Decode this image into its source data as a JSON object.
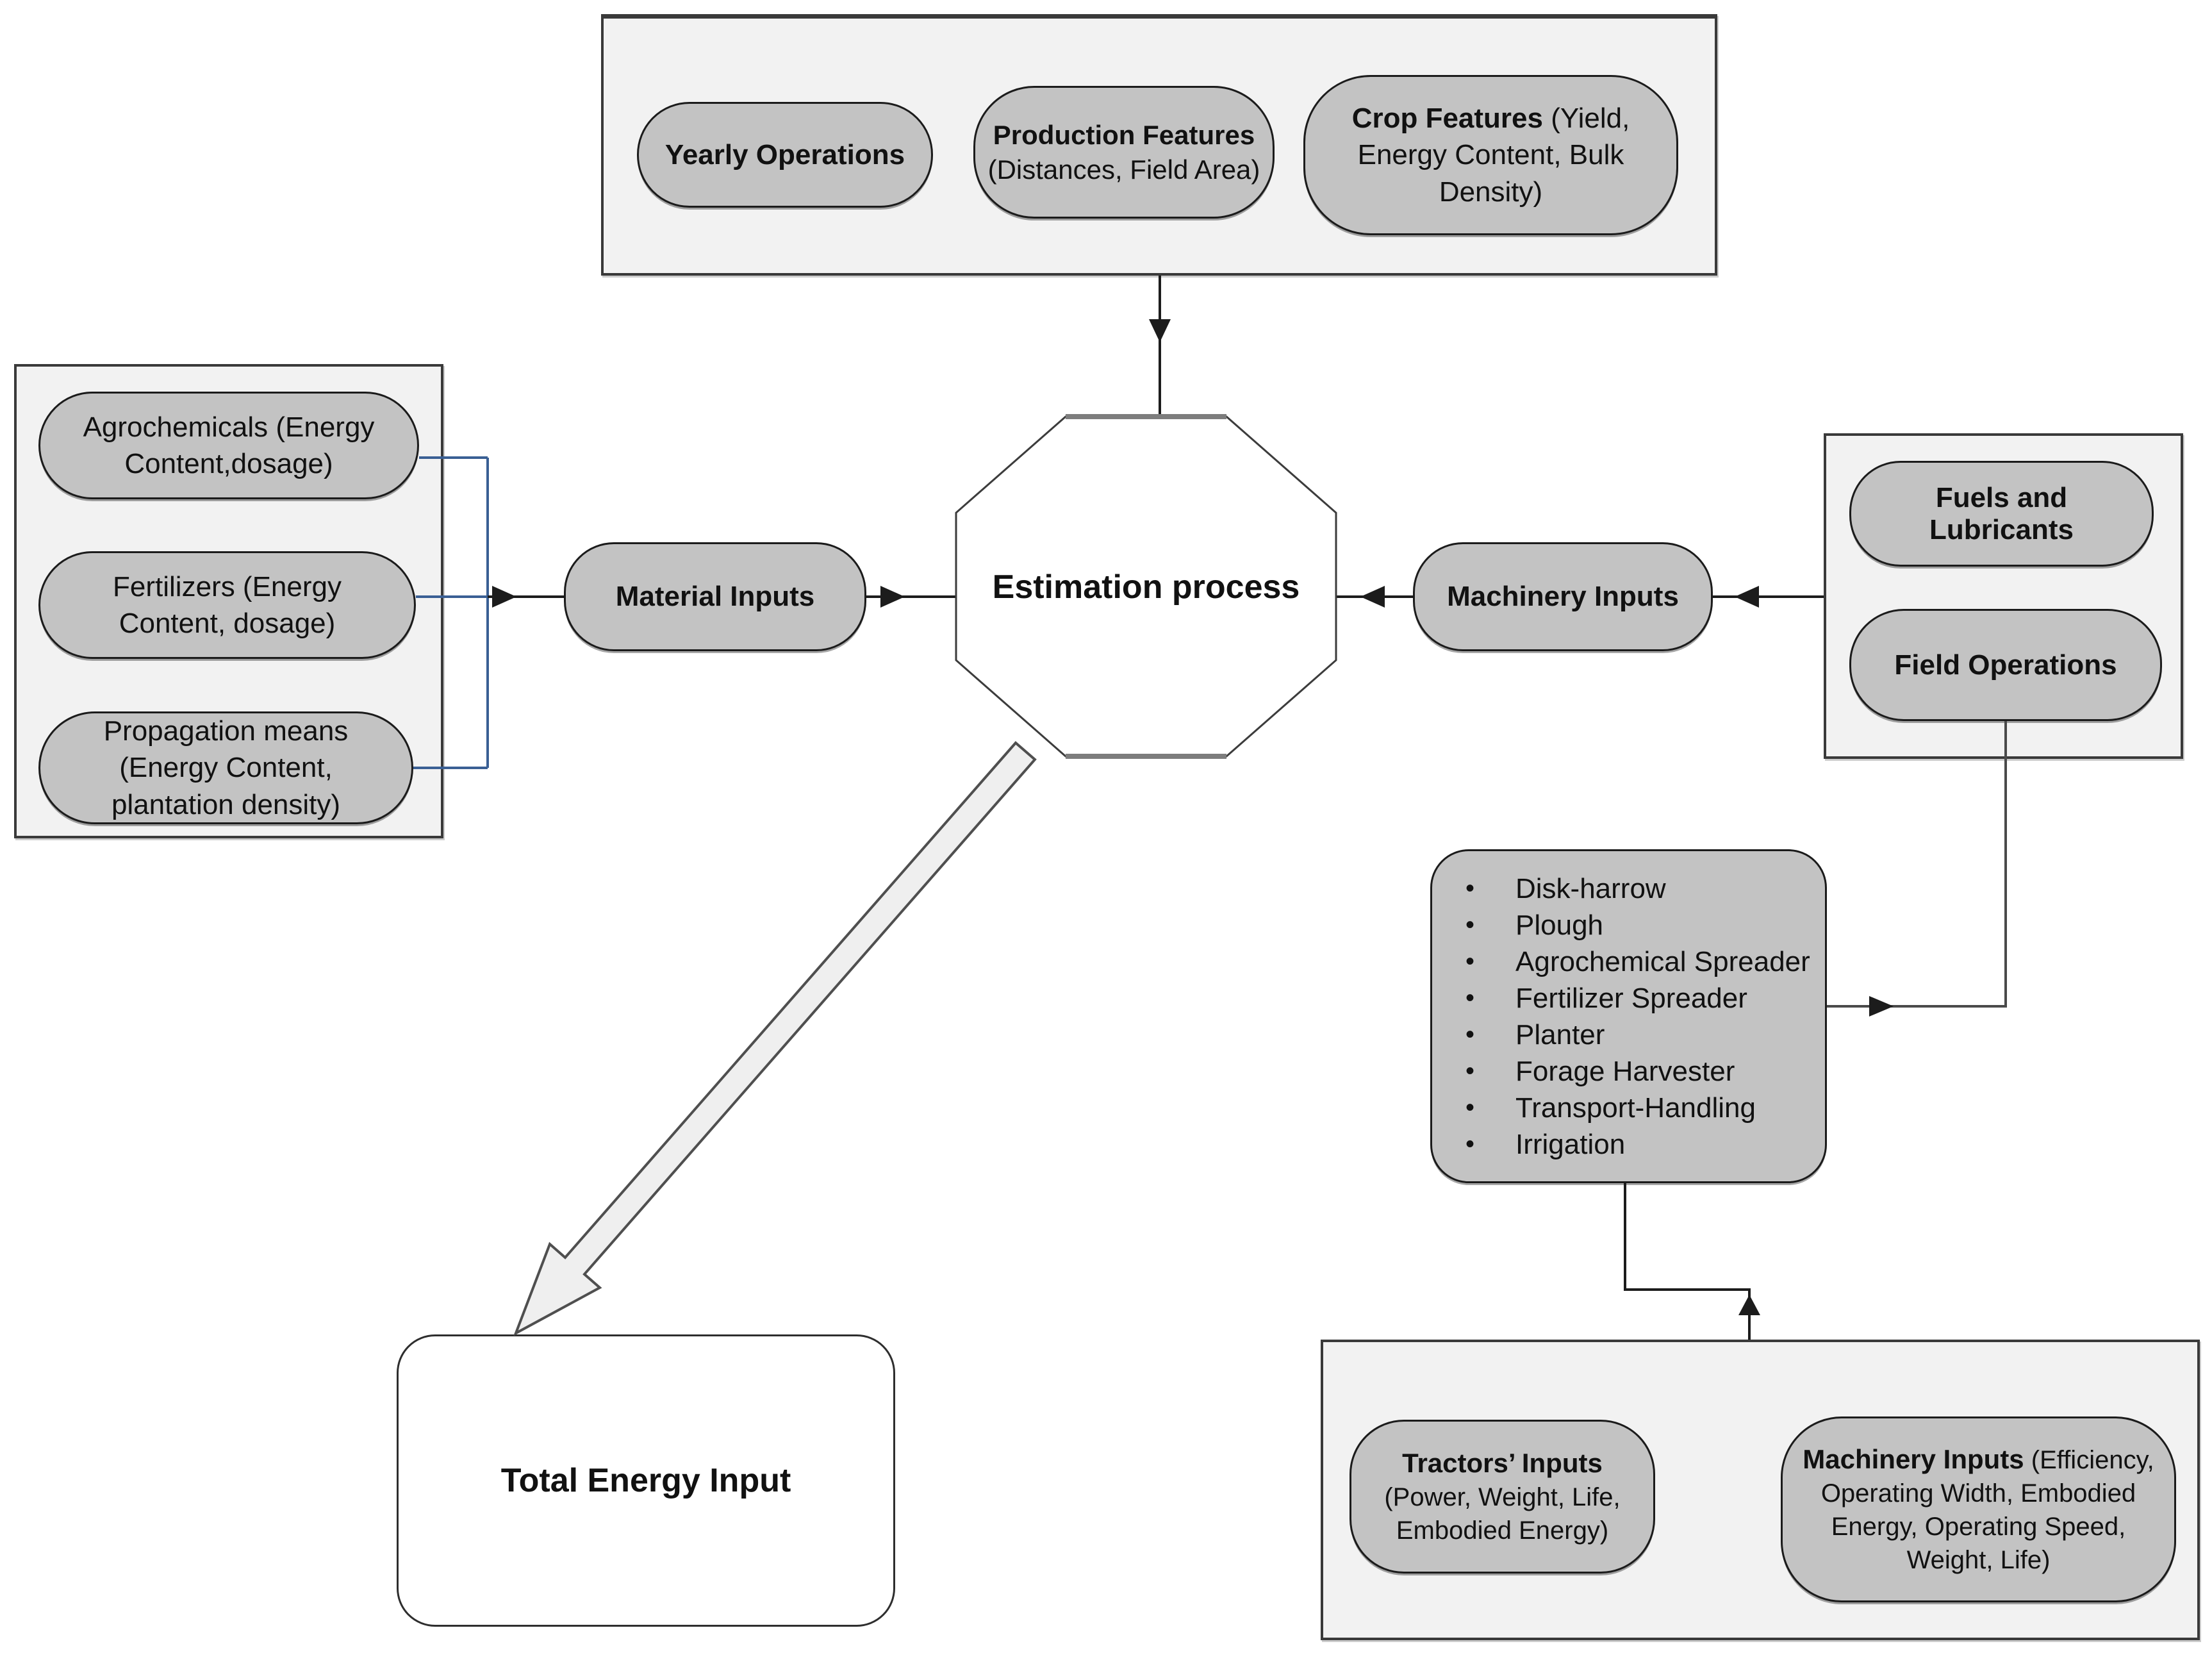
{
  "bullet": "•",
  "top": {
    "pills": [
      {
        "title": "Yearly Operations",
        "sub": ""
      },
      {
        "title": "Production Features",
        "sub": "(Distances, Field Area)"
      },
      {
        "title": "Crop Features",
        "sub": "(Yield, Energy Content, Bulk Density)"
      }
    ]
  },
  "left": {
    "pills": [
      "Agrochemicals (Energy Content,dosage)",
      "Fertilizers (Energy Content, dosage)",
      "Propagation means (Energy Content, plantation density)"
    ]
  },
  "material": "Material Inputs",
  "octagon": "Estimation process",
  "machinery": "Machinery Inputs",
  "right": {
    "pills": [
      "Fuels and Lubricants",
      "Field Operations"
    ]
  },
  "implements": [
    "Disk-harrow",
    "Plough",
    "Agrochemical Spreader",
    "Fertilizer Spreader",
    "Planter",
    "Forage Harvester",
    "Transport-Handling",
    "Irrigation"
  ],
  "bottom": {
    "pills": [
      {
        "title": "Tractors’ Inputs",
        "sub": "(Power, Weight, Life, Embodied Energy)"
      },
      {
        "title": "Machinery Inputs",
        "sub": "(Efficiency, Operating Width, Embodied Energy, Operating Speed, Weight, Life)"
      }
    ]
  },
  "total": "Total Energy Input",
  "colors": {
    "pill": "#c3c3c3",
    "panel": "#f2f2f2",
    "blue": "#3a5f94",
    "line": "#1c1c1c",
    "arrowFill": "#efefef",
    "border": "#1b1b1b"
  }
}
